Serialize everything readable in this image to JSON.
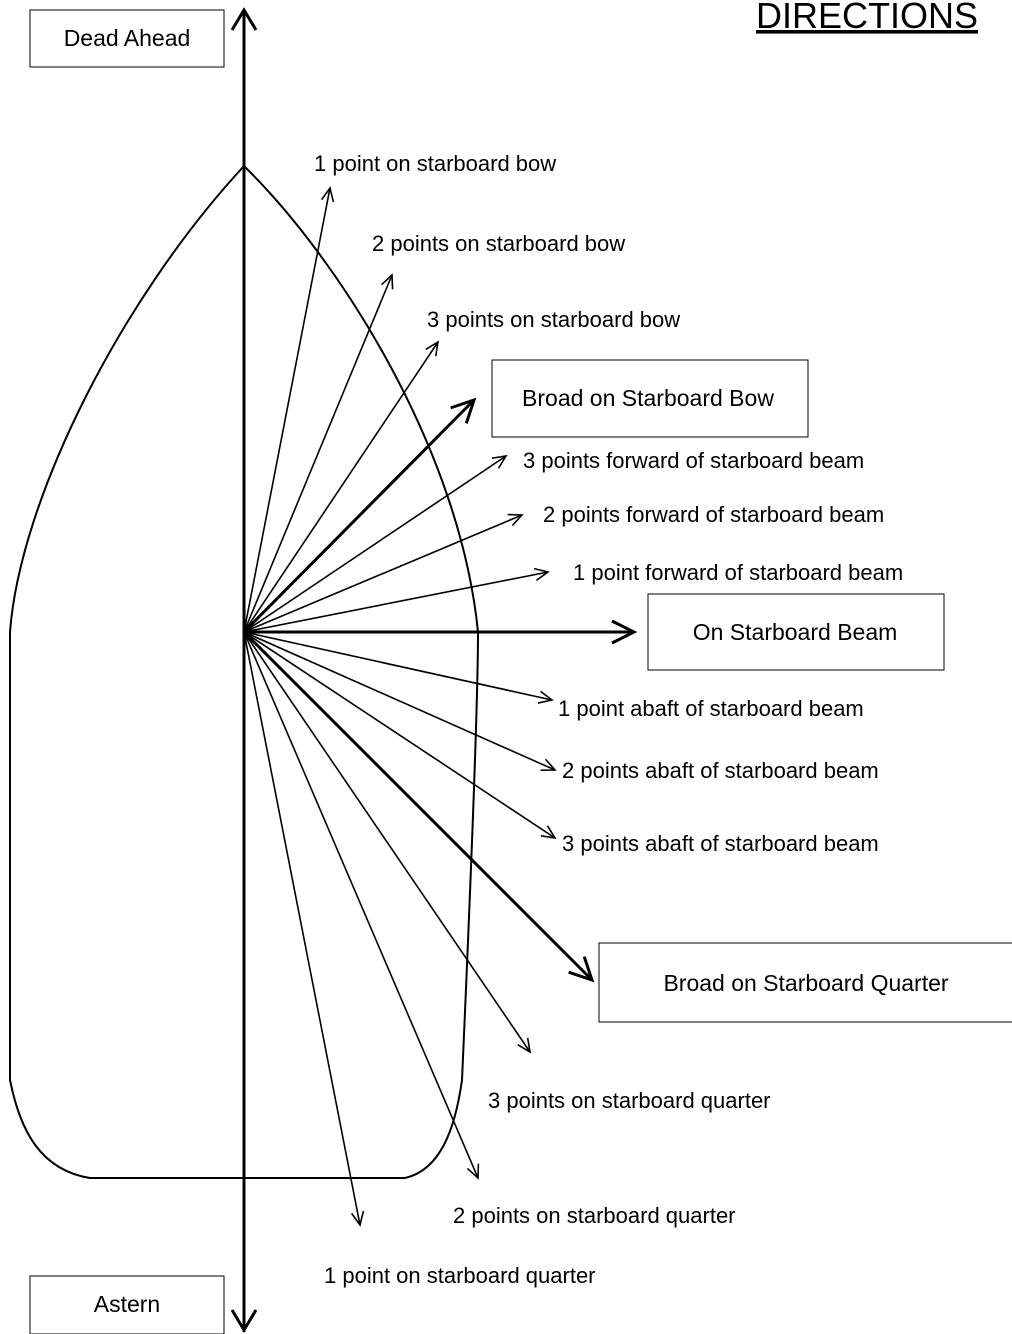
{
  "title": "DIRECTIONS",
  "labels": {
    "dead_ahead": "Dead Ahead",
    "astern": "Astern",
    "bow1": "1 point on starboard  bow",
    "bow2": "2  points on starboard  bow",
    "bow3": "3  points on starboard  bow",
    "broad_bow": "Broad on Starboard  Bow",
    "fwd3": "3  points forward of starboard  beam",
    "fwd2": "2  points forward of starboard  beam",
    "fwd1": "1  point forward of starboard  beam",
    "beam": "On Starboard Beam",
    "abaft1": "1 point abaft of starboard  beam",
    "abaft2": "2 points abaft of starboard  beam",
    "abaft3": "3 points abaft of starboard  beam",
    "broad_quarter": "Broad on Starboard Quarter",
    "q3": "3  points on starboard  quarter",
    "q2": "2  points on starboard  quarter",
    "q1": "1 point on starboard  quarter"
  }
}
